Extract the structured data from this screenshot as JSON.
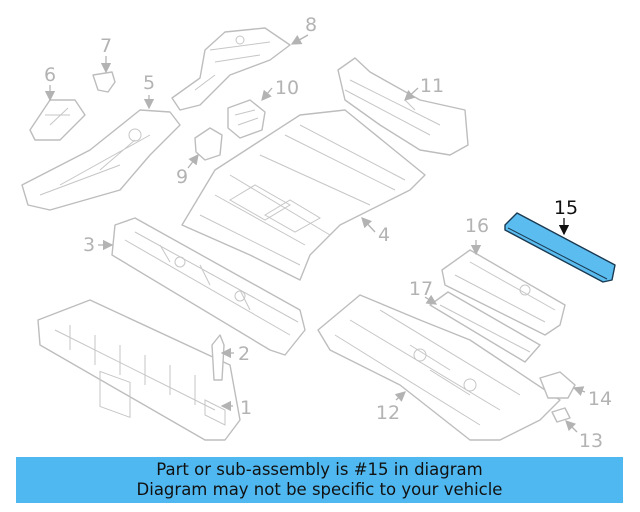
{
  "diagram": {
    "highlighted_part": "15",
    "highlight_color": "#5bbcf0",
    "callouts": [
      "1",
      "2",
      "3",
      "4",
      "5",
      "6",
      "7",
      "8",
      "9",
      "10",
      "11",
      "12",
      "13",
      "14",
      "15",
      "16",
      "17"
    ]
  },
  "banner": {
    "line1": "Part or sub-assembly is #15 in diagram",
    "line2": "Diagram may not be specific to your vehicle",
    "background": "#4fb8f0"
  }
}
